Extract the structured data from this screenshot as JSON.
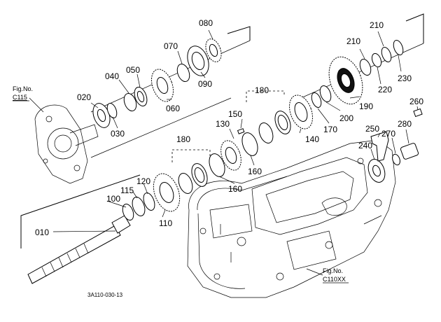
{
  "parts": [
    {
      "id": "p010",
      "label": "010"
    },
    {
      "id": "p020",
      "label": "020"
    },
    {
      "id": "p030",
      "label": "030"
    },
    {
      "id": "p040",
      "label": "040"
    },
    {
      "id": "p050",
      "label": "050"
    },
    {
      "id": "p060",
      "label": "060"
    },
    {
      "id": "p070",
      "label": "070"
    },
    {
      "id": "p080",
      "label": "080"
    },
    {
      "id": "p090",
      "label": "090"
    },
    {
      "id": "p100",
      "label": "100"
    },
    {
      "id": "p110",
      "label": "110"
    },
    {
      "id": "p115",
      "label": "115"
    },
    {
      "id": "p120",
      "label": "120"
    },
    {
      "id": "p130",
      "label": "130"
    },
    {
      "id": "p140",
      "label": "140"
    },
    {
      "id": "p150",
      "label": "150"
    },
    {
      "id": "p160a",
      "label": "160"
    },
    {
      "id": "p160b",
      "label": "160"
    },
    {
      "id": "p170",
      "label": "170"
    },
    {
      "id": "p180a",
      "label": "180"
    },
    {
      "id": "p180b",
      "label": "180"
    },
    {
      "id": "p190",
      "label": "190"
    },
    {
      "id": "p200",
      "label": "200"
    },
    {
      "id": "p210a",
      "label": "210"
    },
    {
      "id": "p210b",
      "label": "210"
    },
    {
      "id": "p220",
      "label": "220"
    },
    {
      "id": "p230",
      "label": "230"
    },
    {
      "id": "p240",
      "label": "240"
    },
    {
      "id": "p250",
      "label": "250"
    },
    {
      "id": "p260",
      "label": "260"
    },
    {
      "id": "p270",
      "label": "270"
    },
    {
      "id": "p280",
      "label": "280"
    }
  ],
  "figure_refs": [
    {
      "line1": "Fig.No.",
      "line2": "C115"
    },
    {
      "line1": "Fig.No.",
      "line2": "C110XX"
    }
  ],
  "drawing_code": "3A110-030-13"
}
